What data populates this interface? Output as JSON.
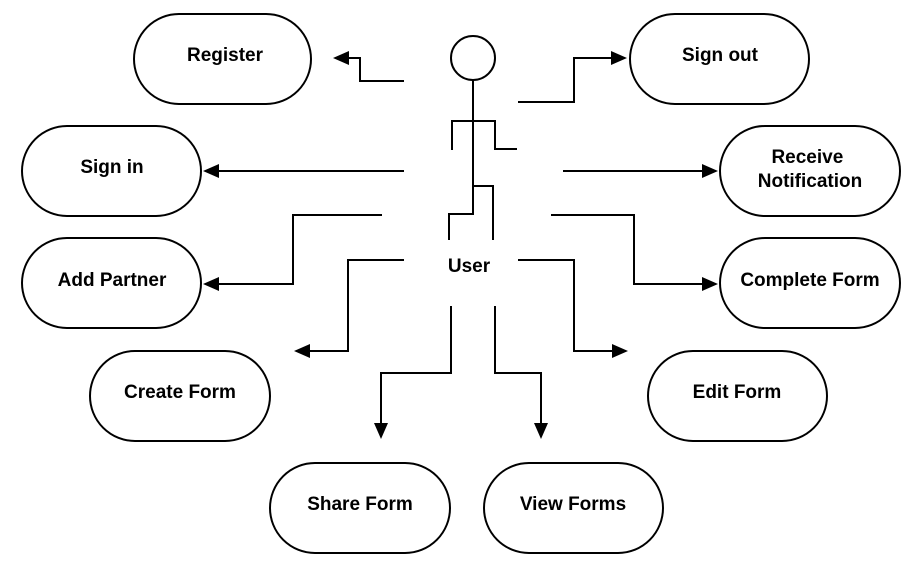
{
  "actor": {
    "label": "User"
  },
  "use_cases": {
    "register": "Register",
    "sign_in": "Sign in",
    "add_partner": "Add Partner",
    "create_form": "Create Form",
    "share_form": "Share Form",
    "view_forms": "View Forms",
    "sign_out": "Sign out",
    "receive_notification": [
      "Receive",
      "Notification"
    ],
    "complete_form": "Complete Form",
    "edit_form": "Edit Form"
  },
  "colors": {
    "stroke": "#000000",
    "background": "#ffffff"
  }
}
